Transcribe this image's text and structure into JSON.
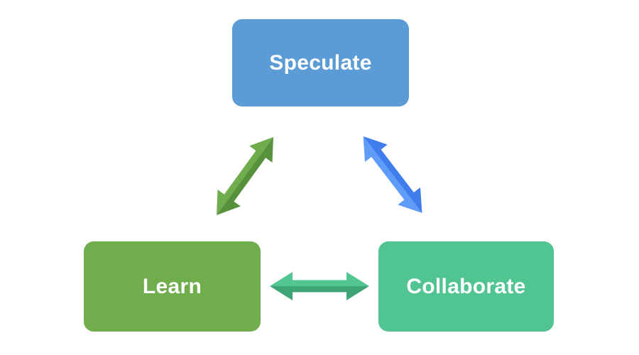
{
  "diagram": {
    "background_color": "#ffffff",
    "text_color": "#ffffff",
    "nodes": [
      {
        "id": "speculate",
        "label": "Speculate",
        "fill": "#5C9CD6"
      },
      {
        "id": "learn",
        "label": "Learn",
        "fill": "#70AD4D"
      },
      {
        "id": "collaborate",
        "label": "Collaborate",
        "fill": "#50C491"
      }
    ],
    "connectors": [
      {
        "id": "learn-speculate",
        "from": "Learn",
        "to": "Speculate",
        "type": "double-headed-arrow",
        "color_light": "#6FAD4C",
        "color_dark": "#56913B"
      },
      {
        "id": "speculate-collaborate",
        "from": "Speculate",
        "to": "Collaborate",
        "type": "double-headed-arrow",
        "color_light": "#5F9CF8",
        "color_dark": "#3F7DED"
      },
      {
        "id": "learn-collaborate",
        "from": "Learn",
        "to": "Collaborate",
        "type": "double-headed-arrow",
        "color_light": "#52C591",
        "color_dark": "#3FA476"
      }
    ]
  }
}
